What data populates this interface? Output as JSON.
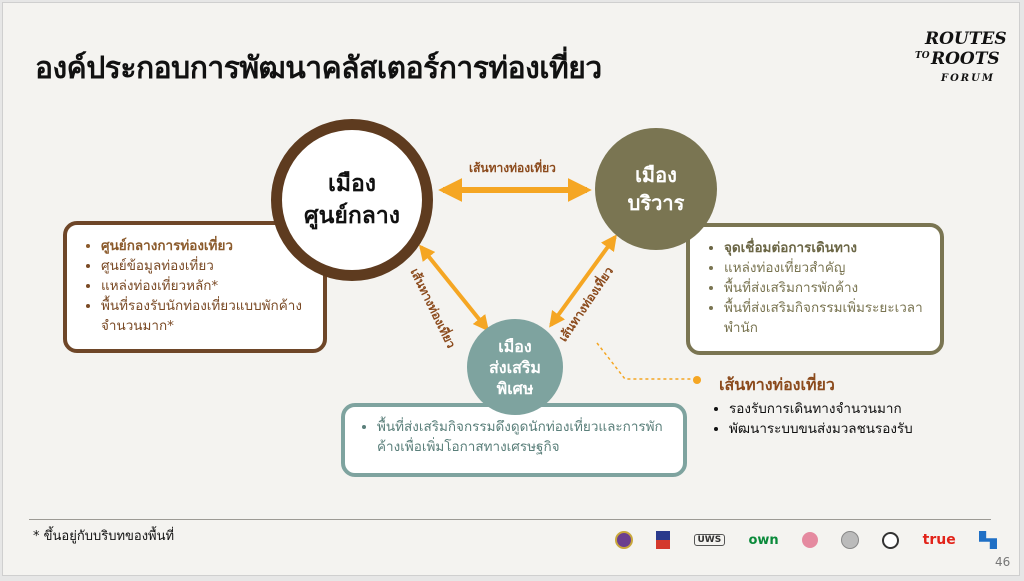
{
  "title": "องค์ประกอบการพัฒนาคลัสเตอร์การท่องเที่ยว",
  "logo": {
    "line1": "ROUTES",
    "line2": "TO",
    "line3": "ROOTS",
    "line4": "FORUM"
  },
  "nodes": {
    "main": {
      "line1": "เมือง",
      "line2": "ศูนย์กลาง"
    },
    "secondary": {
      "line1": "เมือง",
      "line2": "บริวาร"
    },
    "special": {
      "line1": "เมือง",
      "line2": "ส่งเสริม",
      "line3": "พิเศษ"
    }
  },
  "arrows": {
    "top": "เส้นทางท่องเที่ยว",
    "left": "เส้นทางท่องเที่ยว",
    "right": "เส้นทางท่องเที่ยว"
  },
  "main_box": {
    "items": [
      "ศูนย์กลางการท่องเที่ยว",
      "ศูนย์ข้อมูลท่องเที่ยว",
      "แหล่งท่องเที่ยวหลัก*",
      "พื้นที่รองรับนักท่องเที่ยวแบบพักค้างจำนวนมาก*"
    ]
  },
  "secondary_box": {
    "items": [
      "จุดเชื่อมต่อการเดินทาง",
      "แหล่งท่องเที่ยวสำคัญ",
      "พื้นที่ส่งเสริมการพักค้าง",
      "พื้นที่ส่งเสริมกิจกรรมเพิ่มระยะเวลาพำนัก"
    ]
  },
  "special_box": {
    "items": [
      "พื้นที่ส่งเสริมกิจกรรมดึงดูดนักท่องเที่ยวและการพักค้างเพื่อเพิ่มโอกาสทางเศรษฐกิจ"
    ]
  },
  "routes": {
    "title": "เส้นทางท่องเที่ยว",
    "items": [
      "รองรับการเดินทางจำนวนมาก",
      "พัฒนาระบบขนส่งมวลชนรองรับ"
    ]
  },
  "footnote": "* ขึ้นอยู่กับบริบทของพื้นที่",
  "page_number": "46",
  "sponsors": {
    "s3": "UWS",
    "s4": "own",
    "s8": "true"
  },
  "colors": {
    "brown": "#5e3b1f",
    "olive": "#7a7552",
    "teal": "#7ea39f",
    "orange": "#f5a623",
    "accent_text": "#8b4a1c"
  }
}
